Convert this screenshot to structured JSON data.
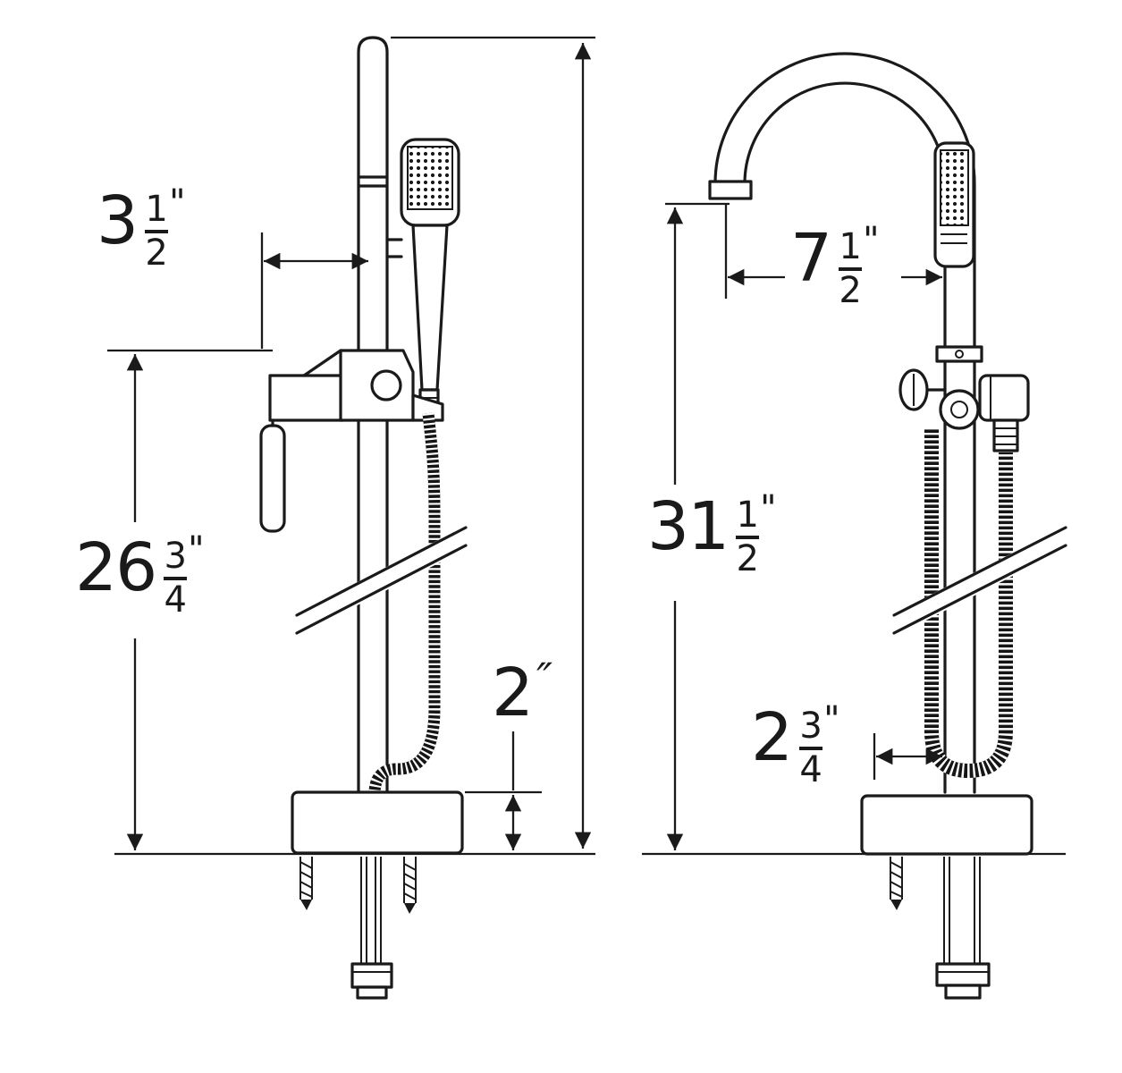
{
  "drawing": {
    "kind": "technical dimension drawing",
    "subject": "freestanding tub filler faucet with hand shower, side and front views",
    "style": {
      "line_color": "#1a1a1a",
      "background": "#ffffff"
    }
  },
  "dimensions": {
    "left_view": {
      "spout_offset": {
        "whole": "3",
        "num": "1",
        "den": "2",
        "unit": "\""
      },
      "height_to_valve": {
        "whole": "26",
        "num": "3",
        "den": "4",
        "unit": "\""
      },
      "base_height": {
        "whole": "2",
        "unit": "″"
      }
    },
    "right_view": {
      "spout_reach": {
        "whole": "7",
        "num": "1",
        "den": "2",
        "unit": "\""
      },
      "overall_height": {
        "whole": "31",
        "num": "1",
        "den": "2",
        "unit": "\""
      },
      "base_offset": {
        "whole": "2",
        "num": "3",
        "den": "4",
        "unit": "\""
      }
    }
  }
}
